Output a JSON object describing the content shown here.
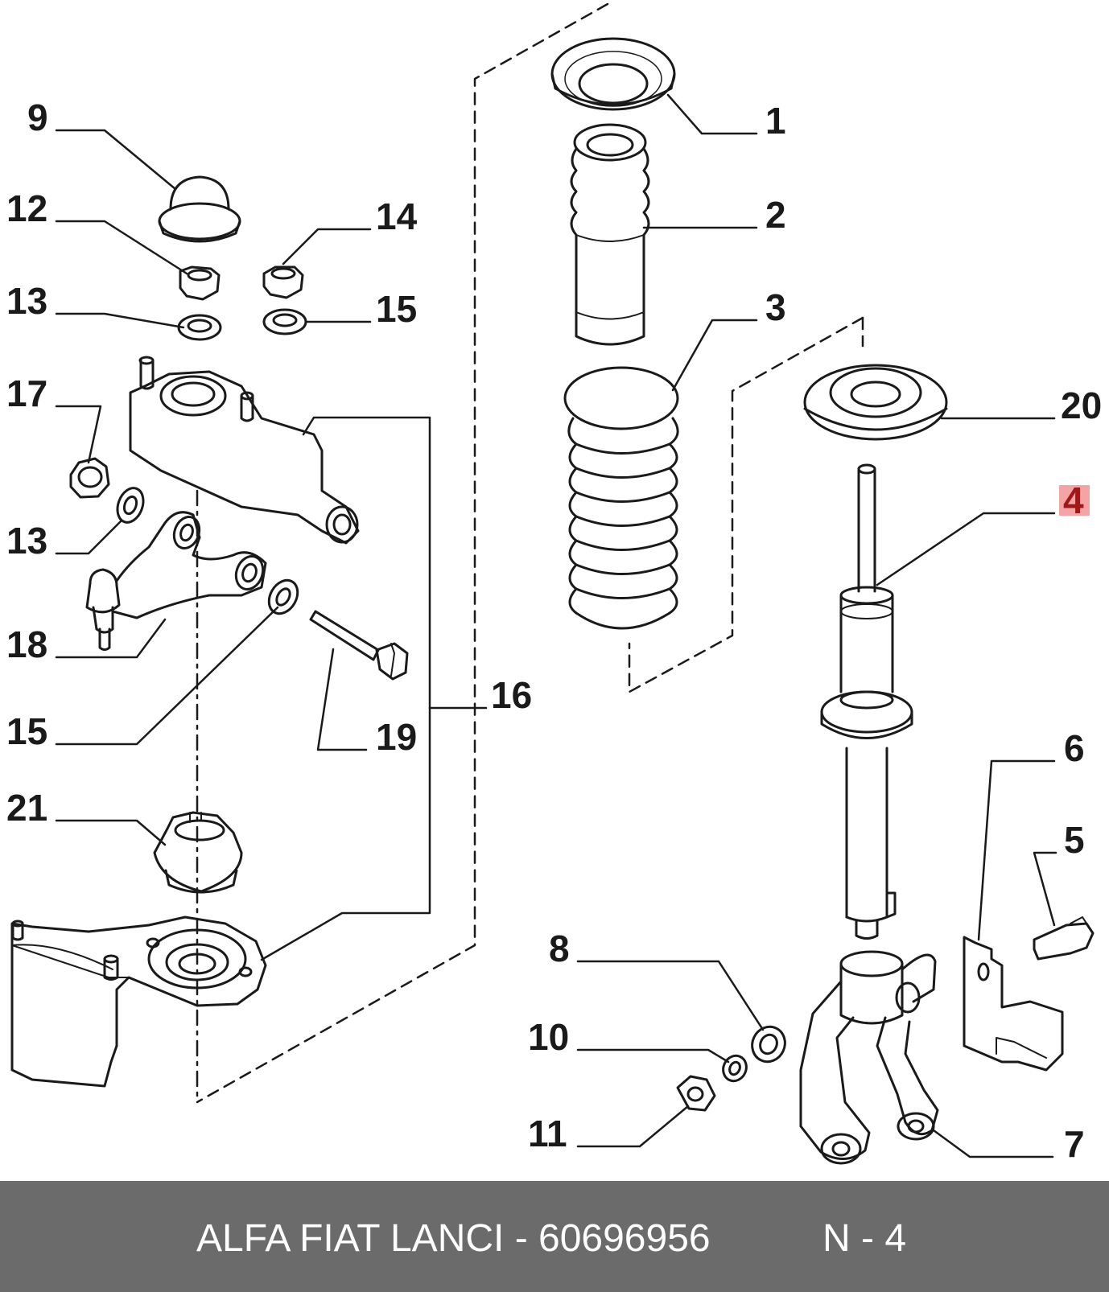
{
  "callouts": {
    "c1": "1",
    "c2": "2",
    "c3": "3",
    "c4": "4",
    "c5": "5",
    "c6": "6",
    "c7": "7",
    "c8": "8",
    "c9": "9",
    "c10": "10",
    "c11": "11",
    "c12": "12",
    "c13a": "13",
    "c13b": "13",
    "c14": "14",
    "c15a": "15",
    "c15b": "15",
    "c16": "16",
    "c17": "17",
    "c18": "18",
    "c19": "19",
    "c20": "20",
    "c21": "21"
  },
  "highlight": {
    "part": "4",
    "color": "#f4a4a4"
  },
  "footer": {
    "title": "ALFA FIAT LANCI - 60696956",
    "code": "N - 4",
    "background": "#6b6b6b"
  }
}
